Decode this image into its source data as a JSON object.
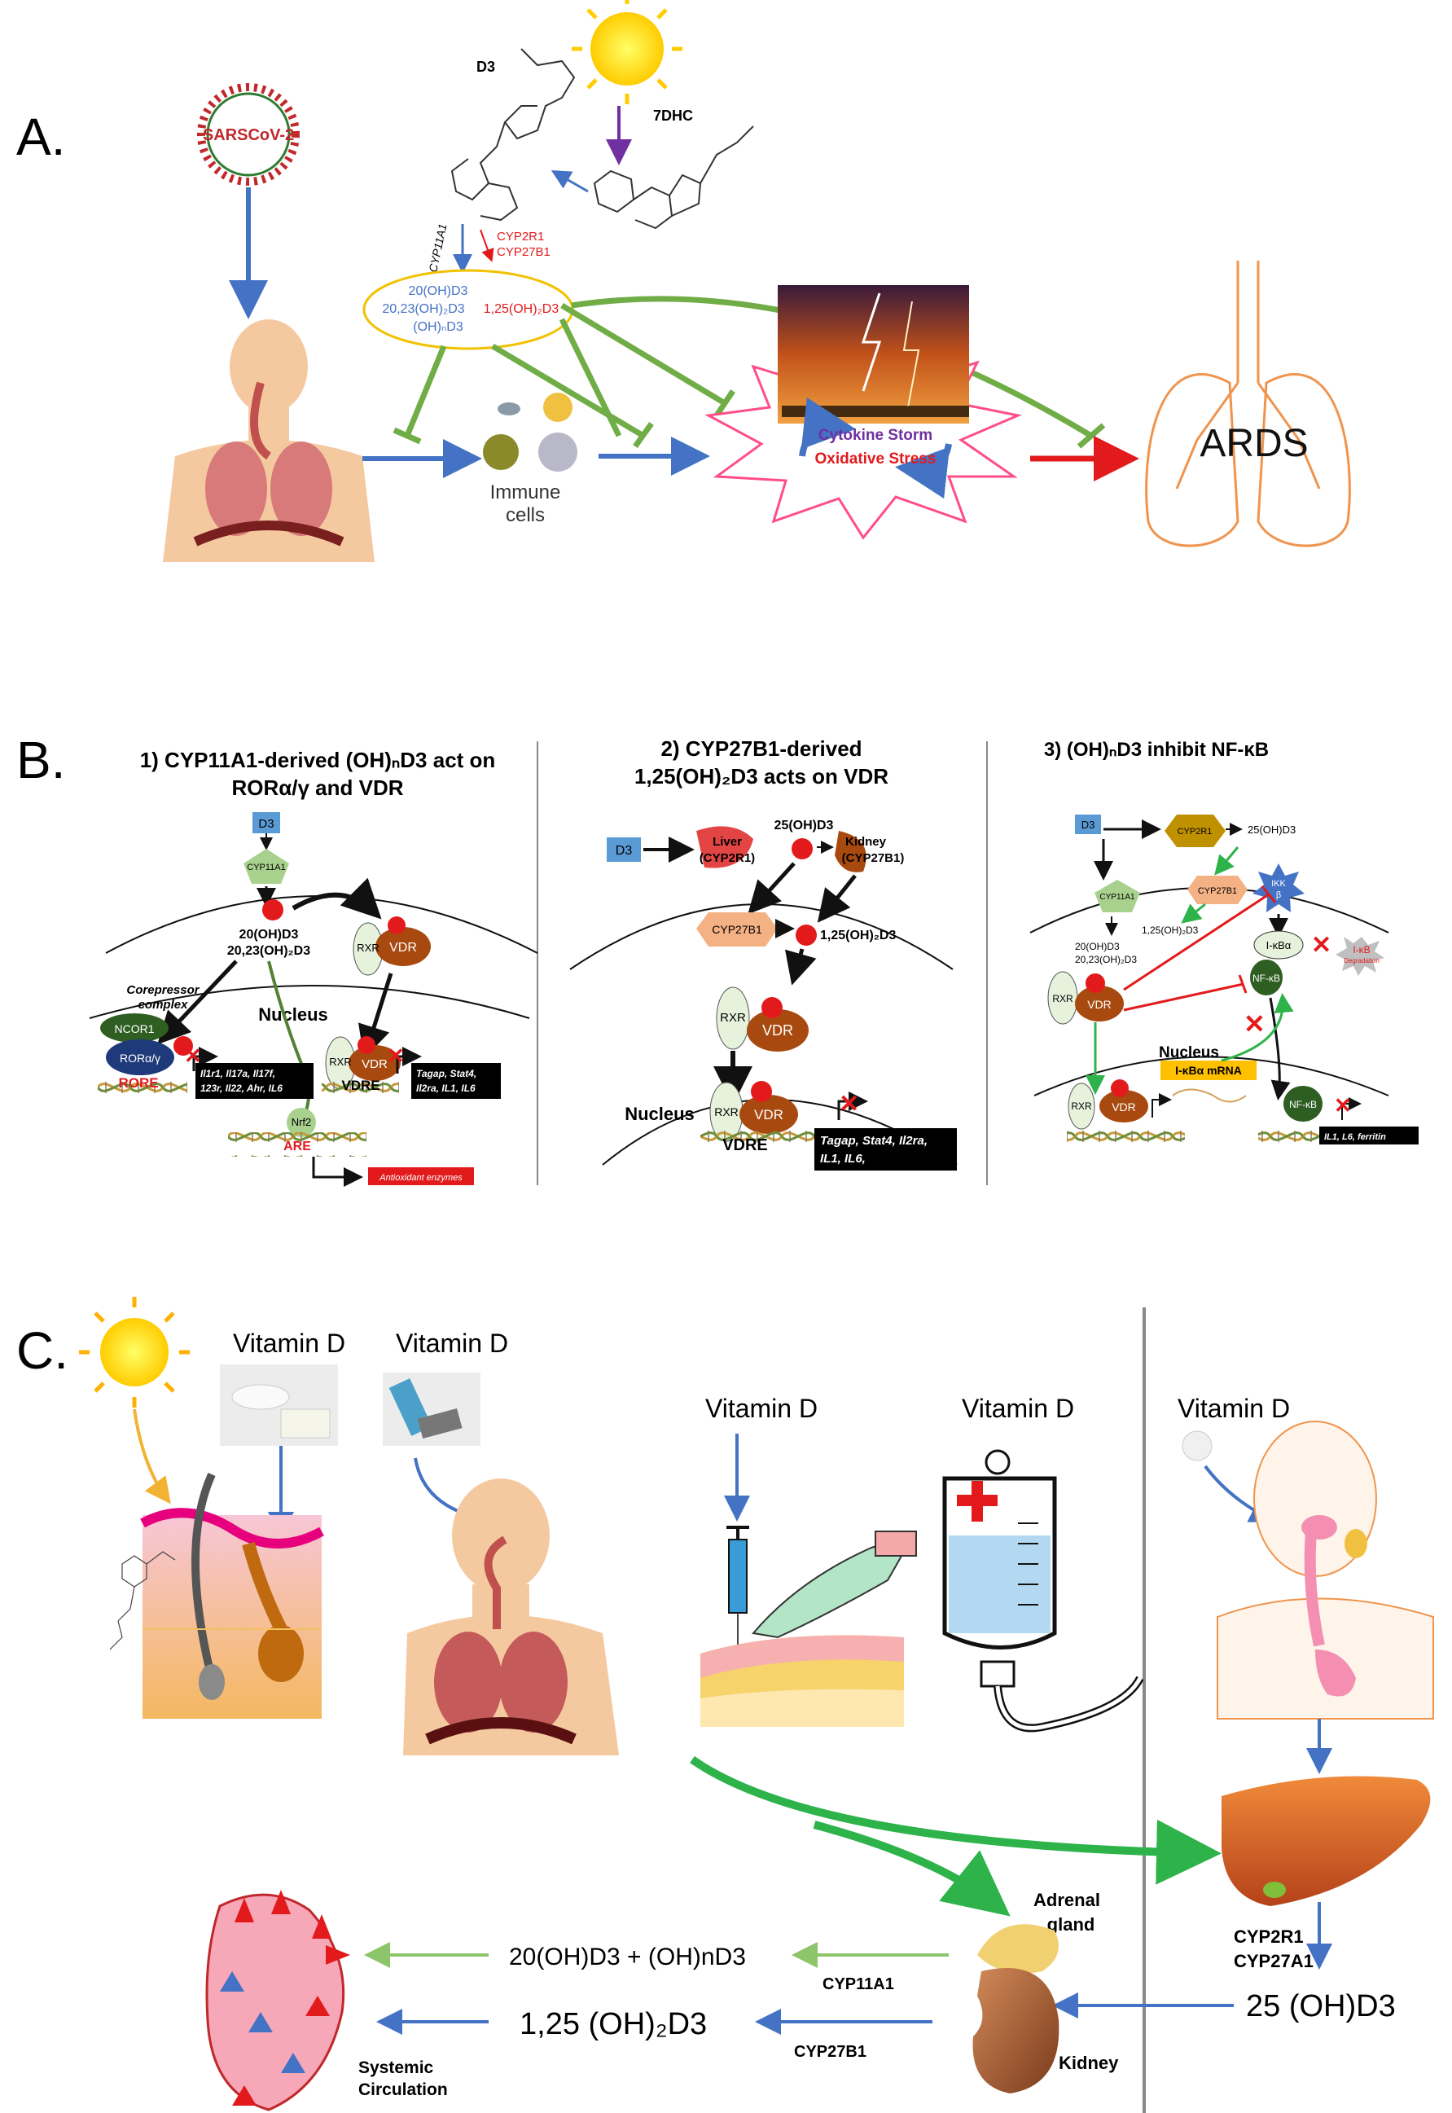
{
  "panel_a": {
    "letter": "A.",
    "virus": "SARSCoV-2",
    "d3": "D3",
    "precursor": "7DHC",
    "enzyme_cyp11a1": "CYP11A1",
    "enzyme_cyp2r1": "CYP2R1",
    "enzyme_cyp27b1": "CYP27B1",
    "met_20oh": "20(OH)D3",
    "met_2023": "20,23(OH)₂D3",
    "met_ohn": "(OH)ₙD3",
    "met_125": "1,25(OH)₂D3",
    "immune_1": "Immune",
    "immune_2": "cells",
    "storm_1": "Cytokine Storm",
    "storm_2": "Oxidative Stress",
    "ards": "ARDS"
  },
  "panel_b": {
    "letter": "B.",
    "sub1": {
      "title_1": "1) CYP11A1-derived (OH)ₙD3 act on",
      "title_2": "RORα/γ and VDR",
      "d3": "D3",
      "cyp11a1": "CYP11A1",
      "met1": "20(OH)D3",
      "met2": "20,23(OH)₂D3",
      "rxr": "RXR",
      "vdr": "VDR",
      "corepressor_1": "Corepressor",
      "corepressor_2": "complex",
      "nucleus": "Nucleus",
      "ncor1": "NCOR1",
      "ror": "RORα/γ",
      "rore": "RORE",
      "ror_genes_1": "Il1r1, Il17a, Il17f,",
      "ror_genes_2": "123r, Il22, Ahr, IL6",
      "vdre": "VDRE",
      "vdr_genes_1": "Tagap, Stat4,",
      "vdr_genes_2": "Il2ra, IL1, IL6",
      "nrf2": "Nrf2",
      "are": "ARE",
      "antiox": "Antioxidant enzymes"
    },
    "sub2": {
      "title_1": "2) CYP27B1-derived",
      "title_2": "1,25(OH)₂D3 acts on VDR",
      "d3": "D3",
      "liver": "Liver",
      "liver_enz": "(CYP2R1)",
      "met25": "25(OH)D3",
      "kidney": "Kidney",
      "kidney_enz": "(CYP27B1)",
      "cyp27b1": "CYP27B1",
      "met125": "1,25(OH)₂D3",
      "rxr": "RXR",
      "vdr": "VDR",
      "nucleus": "Nucleus",
      "vdre": "VDRE",
      "genes_1": "Tagap, Stat4, Il2ra,",
      "genes_2": "IL1, IL6,"
    },
    "sub3": {
      "title": "3) (OH)ₙD3 inhibit NF-κB",
      "d3": "D3",
      "cyp2r1": "CYP2R1",
      "met25": "25(OH)D3",
      "cyp27b1": "CYP27B1",
      "ikk_1": "IKK",
      "ikk_2": "β",
      "cyp11a1": "CYP11A1",
      "met125": "1,25(OH)₂D3",
      "met20": "20(OH)D3",
      "met2023": "20,23(OH)₂D3",
      "ikba": "I-κBα",
      "ikb_deg": "I-κB",
      "degradation": "Degradation",
      "rxr": "RXR",
      "vdr": "VDR",
      "nfkb": "NF-κB",
      "nucleus": "Nucleus",
      "mrna": "I-κBα mRNA",
      "genes": "IL1, L6, ferritin"
    }
  },
  "panel_c": {
    "letter": "C.",
    "vd_topical": "Vitamin D",
    "vd_inhaled": "Vitamin D",
    "vd_injection": "Vitamin D",
    "vd_iv": "Vitamin D",
    "vd_oral": "Vitamin D",
    "adrenal_1": "Adrenal",
    "adrenal_2": "gland",
    "kidney": "Kidney",
    "liver_enz_1": "CYP2R1",
    "liver_enz_2": "CYP27A1",
    "met25": "25 (OH)D3",
    "cyp11a1": "CYP11A1",
    "cyp27b1": "CYP27B1",
    "prod_cyp11a1": "20(OH)D3 + (OH)nD3",
    "prod_cyp27b1": "1,25 (OH)₂D3",
    "systemic_1": "Systemic",
    "systemic_2": "Circulation"
  },
  "colors": {
    "blue_arrow": "#4472c4",
    "green_arrow": "#70ad47",
    "green_bold": "#2db34a",
    "red": "#e31a1c",
    "orange_arrow": "#f2b233",
    "vdr_brown": "#a84a10",
    "rxr_green": "#e6f2dc",
    "nfkb_green": "#2e5e22"
  }
}
